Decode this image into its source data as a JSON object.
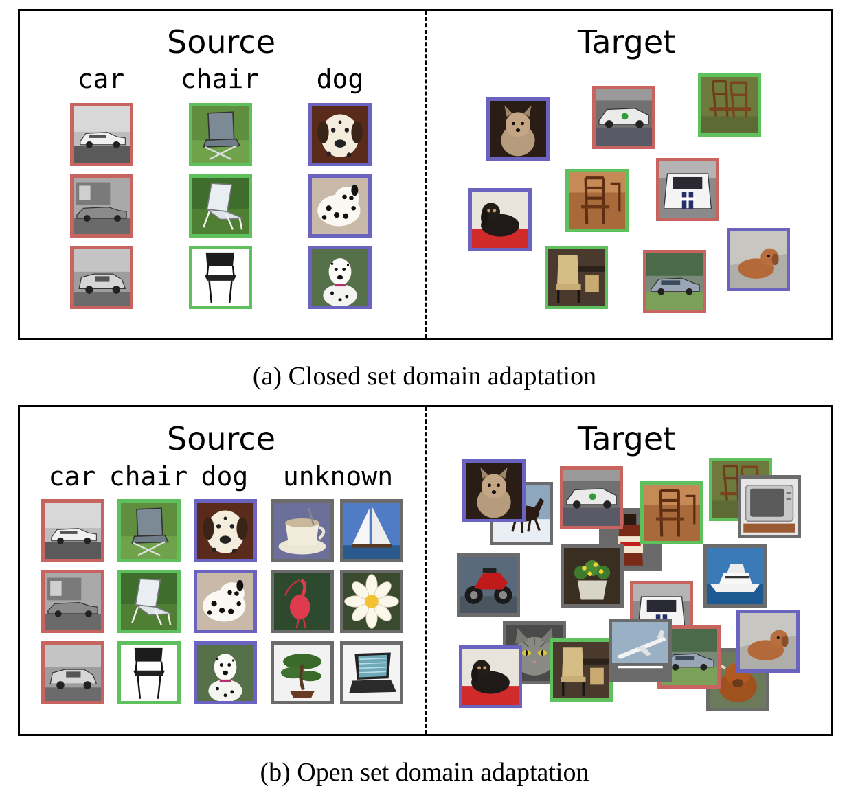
{
  "colors": {
    "car": "#c8645f",
    "chair": "#5fc15d",
    "dog": "#6a63bf",
    "unknown": "#6b6b6b"
  },
  "panel_a": {
    "source_title": "Source",
    "target_title": "Target",
    "class_labels": {
      "car": "car",
      "chair": "chair",
      "dog": "dog"
    },
    "caption": "(a)  Closed set domain adaptation"
  },
  "panel_b": {
    "source_title": "Source",
    "target_title": "Target",
    "class_labels": {
      "car": "car",
      "chair": "chair",
      "dog": "dog",
      "unknown": "unknown"
    },
    "caption": "(b)  Open set domain adaptation"
  },
  "icons": {
    "car": "car-photo-icon",
    "chair": "chair-photo-icon",
    "dog": "dog-photo-icon",
    "cup": "cup-photo-icon",
    "sailboat": "sailboat-photo-icon",
    "bird": "bird-photo-icon",
    "flower": "flower-photo-icon",
    "bonsai": "bonsai-photo-icon",
    "laptop": "laptop-photo-icon",
    "horse": "horse-photo-icon",
    "bottle": "bottle-photo-icon",
    "tv": "tv-photo-icon",
    "motorbike": "motorbike-photo-icon",
    "plant": "plant-photo-icon",
    "yacht": "yacht-photo-icon",
    "cat": "cat-photo-icon",
    "airplane": "airplane-photo-icon",
    "cow": "cow-photo-icon"
  }
}
